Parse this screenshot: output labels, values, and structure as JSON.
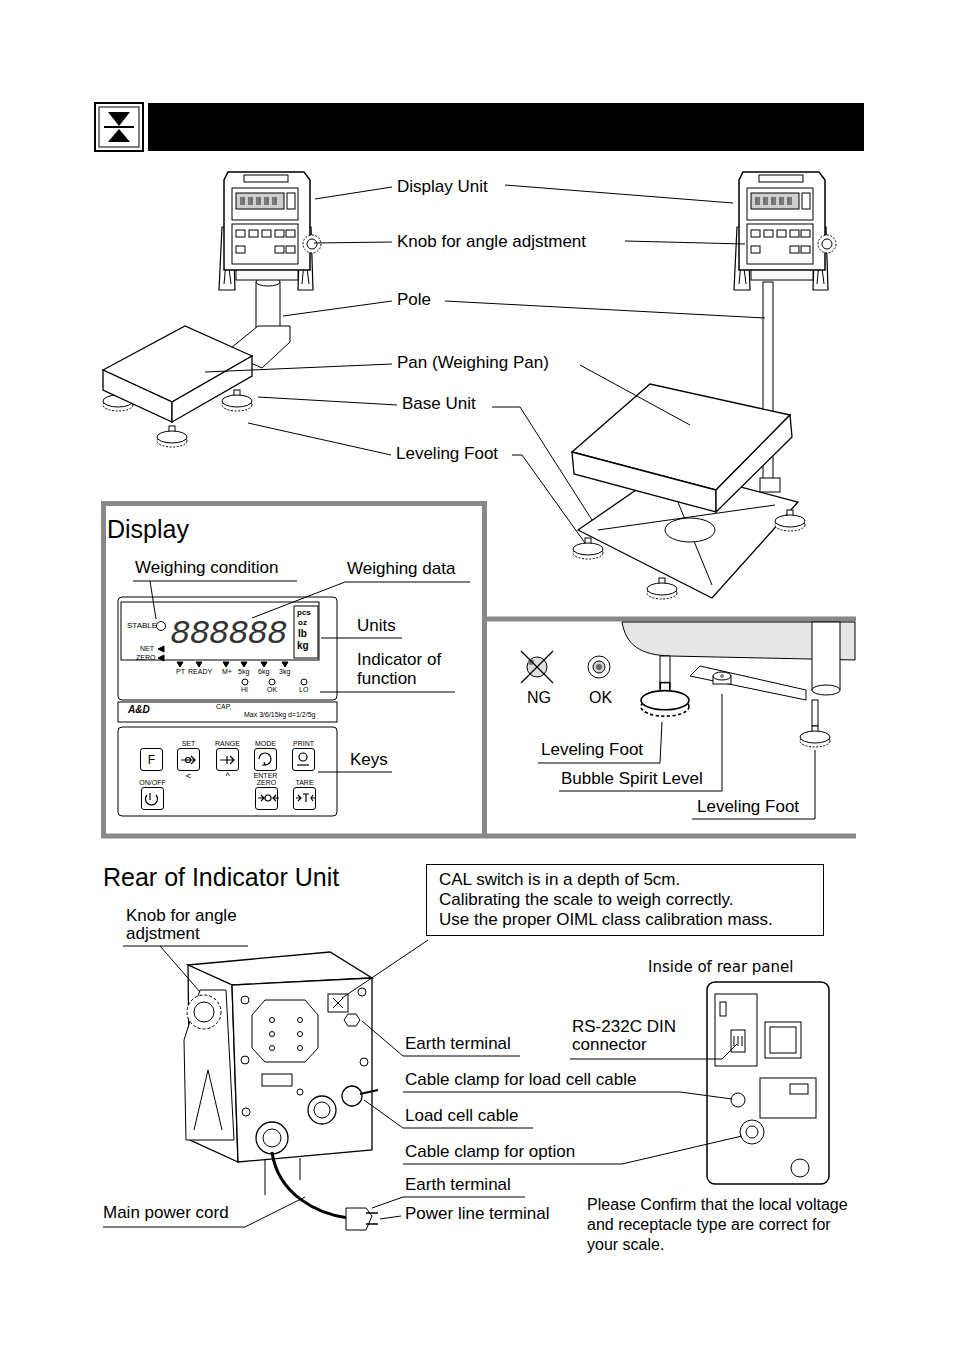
{
  "diagram": {
    "nodes": [
      {
        "text": [
          "Display"
        ]
      },
      {
        "text": [
          "F"
        ],
        "in": 0
      },
      {
        "text": [
          "SET",
          "<"
        ],
        "in": 0
      },
      {
        "text": [
          "RANGE",
          "^"
        ],
        "in": 0
      },
      {
        "text": [
          "MODE",
          "ENTER"
        ],
        "in": 0
      },
      {
        "text": [
          "PRINT"
        ],
        "in": 0
      },
      {
        "text": [
          "ON/OFF"
        ],
        "in": 0
      },
      {
        "text": [
          "ZERO"
        ],
        "in": 0
      },
      {
        "text": [
          "TARE"
        ],
        "in": 0
      },
      {
        "text": [
          "CAL switch is in a depth of 5cm.",
          "Calibrating the scale to weigh correctly.",
          "Use the proper OIML class calibration mass."
        ]
      }
    ],
    "labels": [
      "Display Unit",
      "Knob for angle adjstment",
      "Pole",
      "Pan (Weighing Pan)",
      "Base Unit",
      "Leveling Foot",
      "Weighing condition",
      "Weighing data",
      "STABLE",
      "888888",
      "pcs",
      "oz",
      "lb",
      "kg",
      "NET",
      "ZERO",
      "Units",
      "PT",
      "READY",
      "M+",
      "5kg",
      "6kg",
      "3kg",
      "HI",
      "OK",
      "LO",
      "Indicator of function",
      "A&D",
      "CAP.",
      "Max 3/6/15kg d=1/2/5g",
      "Keys",
      "NG",
      "OK",
      "Leveling Foot",
      "Bubble Spirit Level",
      "Leveling Foot",
      "Rear of Indicator Unit",
      "Inside of rear panel",
      "Knob for angle adjstment",
      "Earth terminal",
      "RS-232C DIN connector",
      "Cable clamp for load cell cable",
      "Load cell cable",
      "Cable clamp for option",
      "Earth terminal",
      "Main power cord",
      "Power line terminal",
      "Please Confirm that the local voltage and receptacle type are correct for your scale."
    ]
  }
}
